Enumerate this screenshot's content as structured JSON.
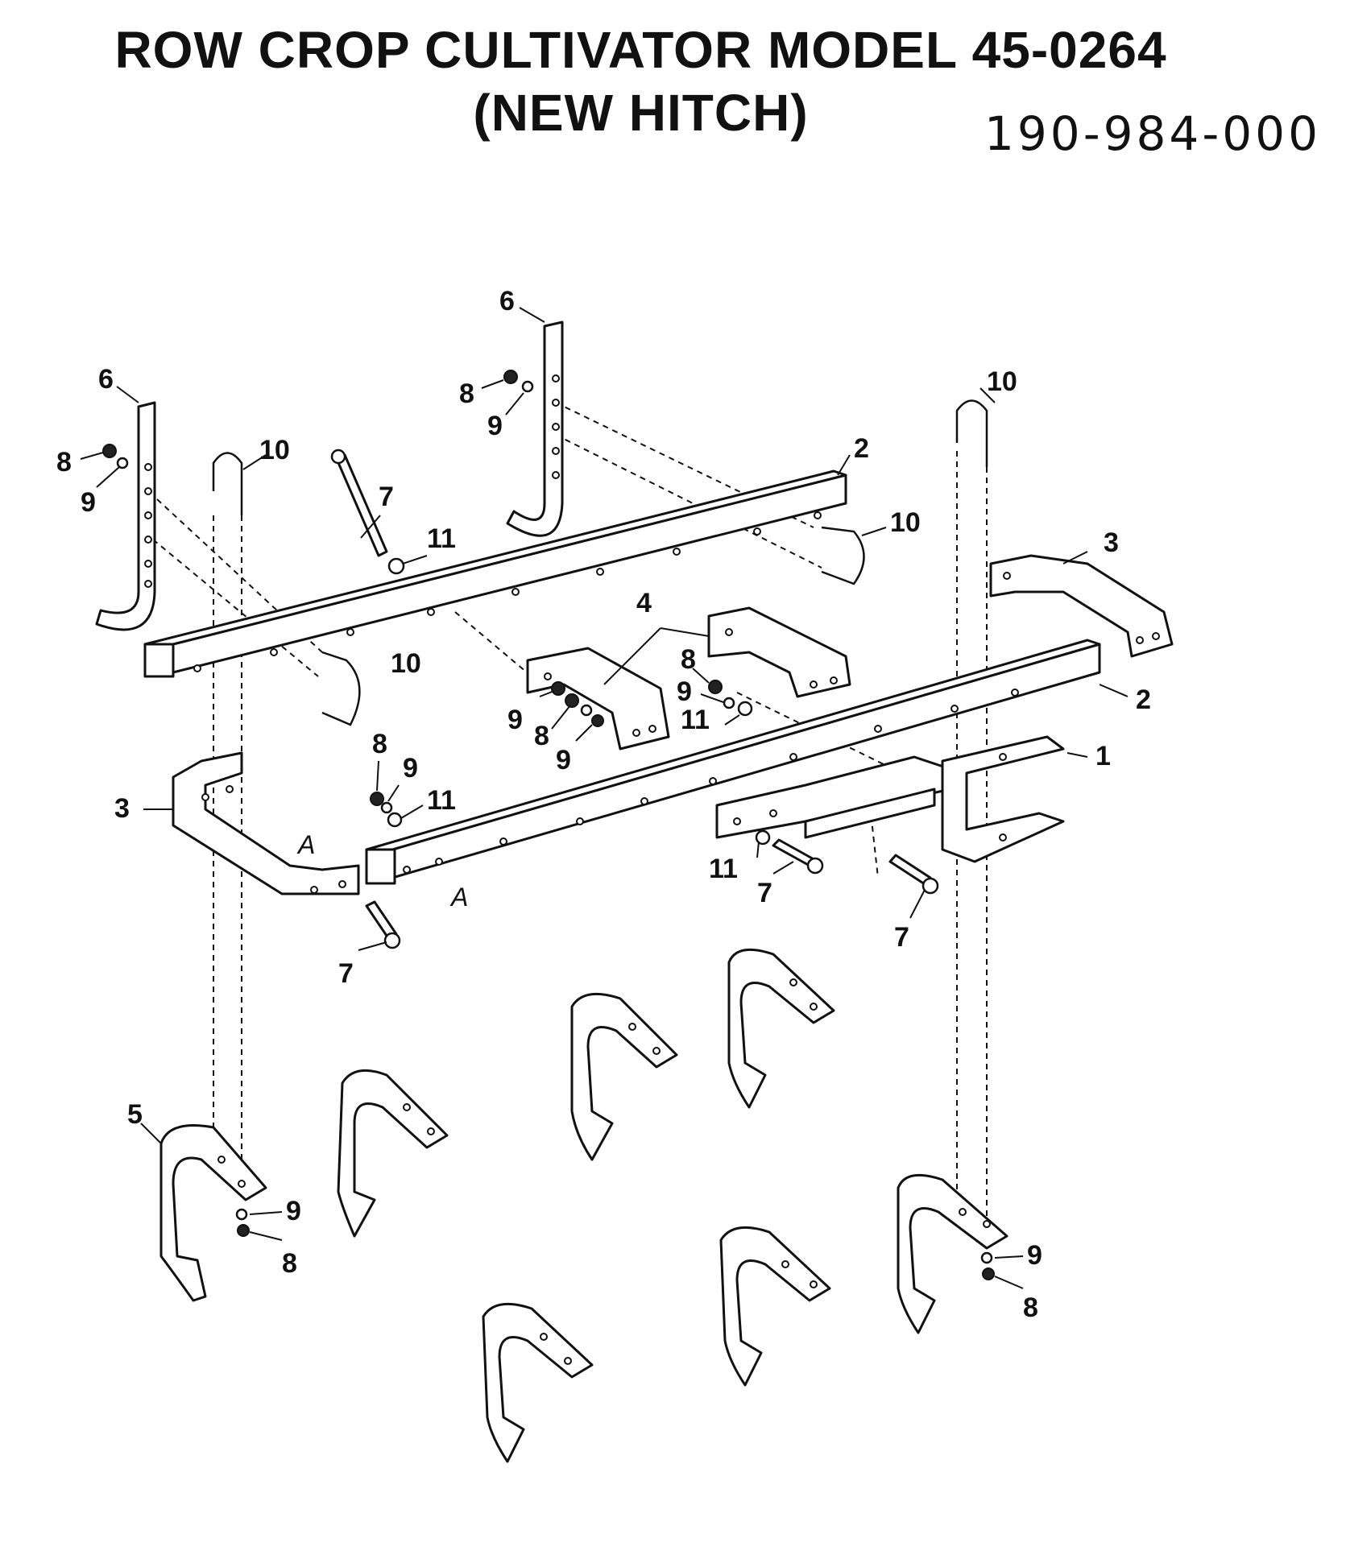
{
  "header": {
    "title_line_1": "ROW CROP CULTIVATOR MODEL 45-0264",
    "title_line_2": "(NEW HITCH)",
    "part_number": "190-984-000"
  },
  "diagram": {
    "callouts": {
      "c1": "1",
      "c2a": "2",
      "c2b": "2",
      "c3a": "3",
      "c3b": "3",
      "c4": "4",
      "c5": "5",
      "c6a": "6",
      "c6b": "6",
      "c7a": "7",
      "c7b": "7",
      "c7c": "7",
      "c7d": "7",
      "c8a": "8",
      "c8b": "8",
      "c8c": "8",
      "c8d": "8",
      "c8e": "8",
      "c8f": "8",
      "c8g": "8",
      "c9a": "9",
      "c9b": "9",
      "c9c": "9",
      "c9d": "9",
      "c9e": "9",
      "c9f": "9",
      "c9g": "9",
      "c9h": "9",
      "c10a": "10",
      "c10b": "10",
      "c10c": "10",
      "c10d": "10",
      "c11a": "11",
      "c11b": "11",
      "c11c": "11",
      "c11d": "11"
    },
    "references": {
      "ref_a1": "A",
      "ref_a2": "A"
    }
  }
}
